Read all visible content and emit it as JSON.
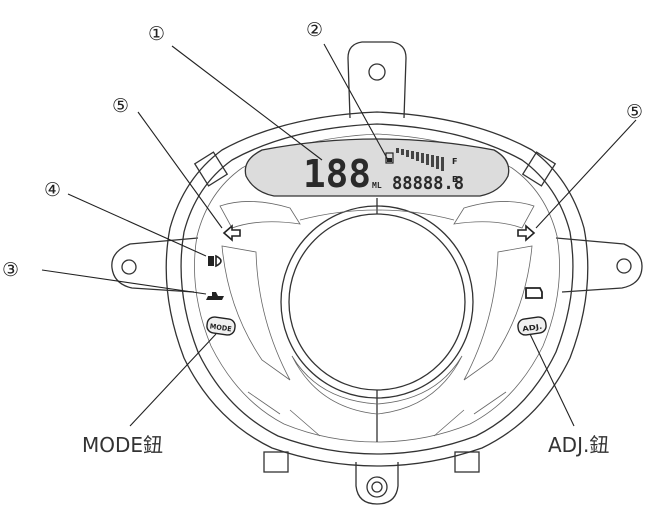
{
  "callouts": {
    "c1": "①",
    "c2": "②",
    "c3": "③",
    "c4": "④",
    "c5_left": "⑤",
    "c5_right": "⑤"
  },
  "buttons": {
    "mode_caption": "MODE鈕",
    "adj_caption": "ADJ.鈕",
    "mode_label": "MODE",
    "adj_label": "ADJ."
  },
  "lcd": {
    "speed": "188",
    "odometer": "88888.8",
    "odo_unit": "ML",
    "fuel_full": "F",
    "fuel_empty": "E"
  },
  "colors": {
    "line": "#333333",
    "lcd_bg": "#dcdcdc",
    "lens": "#eeeeee"
  }
}
